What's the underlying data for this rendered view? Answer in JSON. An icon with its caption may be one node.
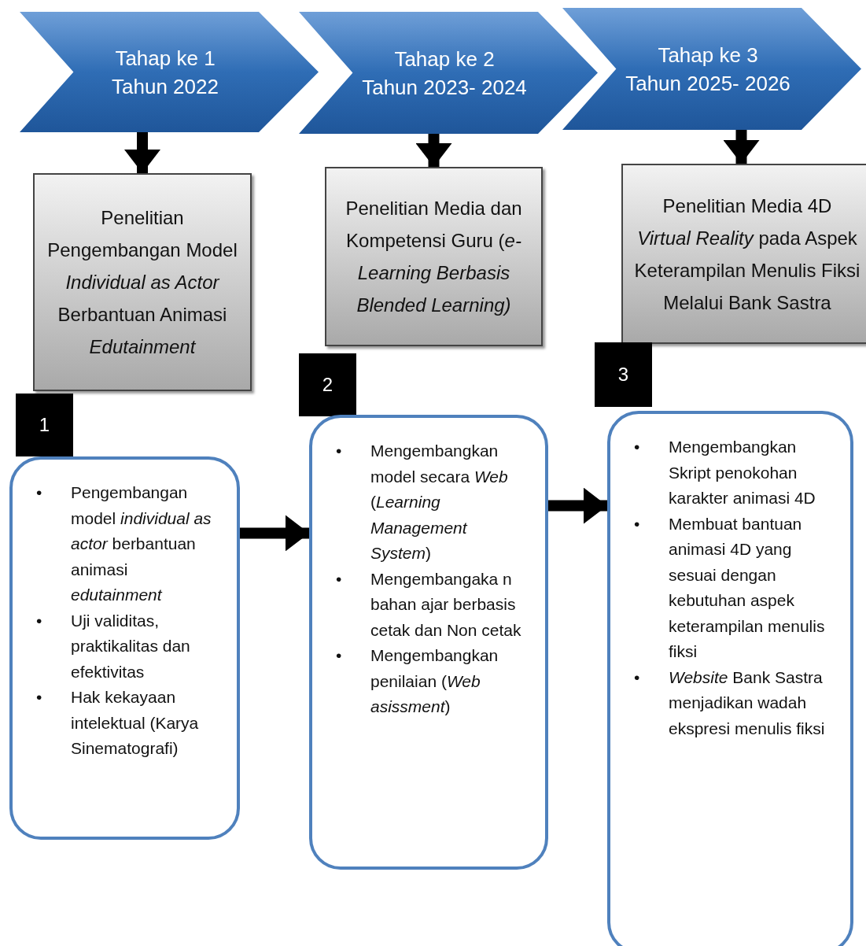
{
  "diagram": {
    "nodes": [
      {
        "text": [
          "Tahap ke 1",
          "Tahun 2022"
        ]
      },
      {
        "text": [
          "Tahap ke 2",
          "Tahun 2023- 2024"
        ]
      },
      {
        "text": [
          "Tahap ke 3",
          "Tahun 2025- 2026"
        ]
      },
      {
        "text": [
          "Penelitian Pengembangan Model *Individual as Actor* Berbantuan Animasi *Edutainment*"
        ]
      },
      {
        "text": [
          "Penelitian Media dan Kompetensi Guru (*e-Learning Berbasis Blended Learning)*"
        ]
      },
      {
        "text": [
          "Penelitian Media 4D *Virtual Reality* pada Aspek Keterampilan Menulis Fiksi Melalui Bank Sastra"
        ]
      },
      {
        "text": [
          "1"
        ]
      },
      {
        "text": [
          "• Pengembangan model *individual as actor* berbantuan animasi *edutainment*",
          "• Uji validitas, praktikalitas dan efektivitas",
          "• Hak kekayaan intelektual (Karya Sinematografi)"
        ]
      },
      {
        "text": [
          "2"
        ]
      },
      {
        "text": [
          "• Mengembangkan model secara *Web* (*Learning Management System*)",
          "• Mengembangaka n bahan ajar berbasis cetak dan Non cetak",
          "• Mengembangkan penilaian (*Web asissment*)"
        ]
      },
      {
        "text": [
          "3"
        ]
      },
      {
        "text": [
          "• Mengembangkan Skript penokohan karakter animasi 4D",
          "• Membuat bantuan animasi 4D yang sesuai dengan kebutuhan aspek keterampilan menulis fiksi",
          "• *Website* Bank Sastra menjadikan wadah ekspresi menulis fiksi"
        ]
      }
    ],
    "edges": [
      {
        "from": 0,
        "to": 3,
        "arrow": "to"
      },
      {
        "from": 1,
        "to": 4,
        "arrow": "to"
      },
      {
        "from": 2,
        "to": 5,
        "arrow": "to"
      },
      {
        "from": 7,
        "to": 9,
        "arrow": "to"
      },
      {
        "from": 9,
        "to": 11,
        "arrow": "to"
      }
    ]
  }
}
